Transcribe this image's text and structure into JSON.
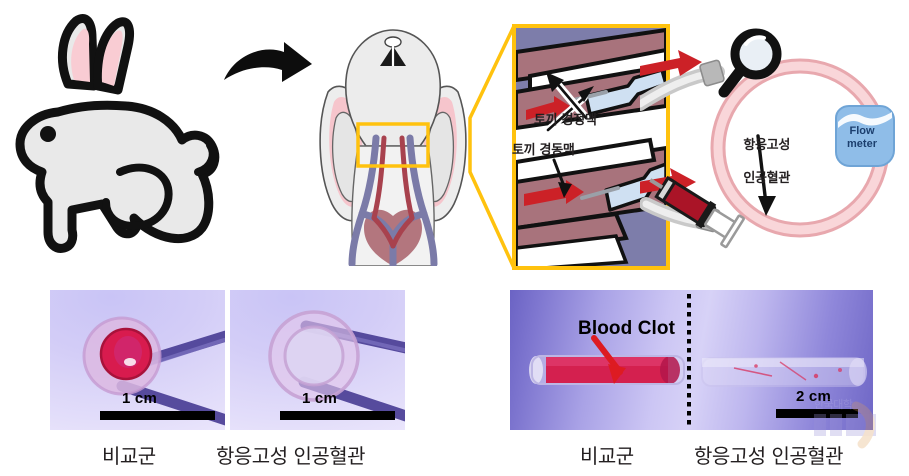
{
  "figure": {
    "title": "Anticoagulant artificial blood vessel rabbit carotid-jugular shunt experiment figure"
  },
  "top_panel": {
    "animal": "rabbit-illustration",
    "transition_arrow": "curved-arrow-icon",
    "anatomy": "rabbit-head-vasculature-diagram",
    "inset": {
      "frame_color": "#ffc20e",
      "labels": {
        "jugular_vein": "토끼 경정맥",
        "carotid_artery": "토끼 경동맥"
      }
    },
    "circuit": {
      "graft_label": "항응고성\n인공혈관",
      "graft_label_line1": "항응고성",
      "graft_label_line2": "인공혈관",
      "flow_meter_line1": "Flow",
      "flow_meter_line2": "meter",
      "magnifier_icon": "magnifying-glass-icon",
      "syringe_icon": "blood-filled-syringe-icon",
      "flow_meter_color": "#8fbde8",
      "tubing_color": "#f6c9cb"
    }
  },
  "bottom_left_panel": {
    "photos": [
      {
        "name": "control-vessel-cross-section",
        "scalebar_label": "1 cm",
        "caption": "비교군"
      },
      {
        "name": "anticoagulant-vessel-cross-section",
        "scalebar_label": "1 cm",
        "caption": "항응고성 인공혈관"
      }
    ]
  },
  "bottom_right_panel": {
    "annotation": "Blood Clot",
    "scalebar_label": "2 cm",
    "captions": [
      "비교군",
      "항응고성 인공혈관"
    ],
    "watermark": "한국대학"
  },
  "colors": {
    "vein_purple": "#7b7ba8",
    "artery_mauve": "#a8707a",
    "arrow_red": "#cc2127",
    "inset_frame_yellow": "#ffc20e",
    "rabbit_body": "#e8e8e8",
    "rabbit_ear_pink": "#f9ccd3",
    "flow_meter_blue": "#8fbde8",
    "blood_red": "#aa1427",
    "photo_bg_left": "#d8d2f8",
    "photo_bg_right": "#9a92e0"
  }
}
